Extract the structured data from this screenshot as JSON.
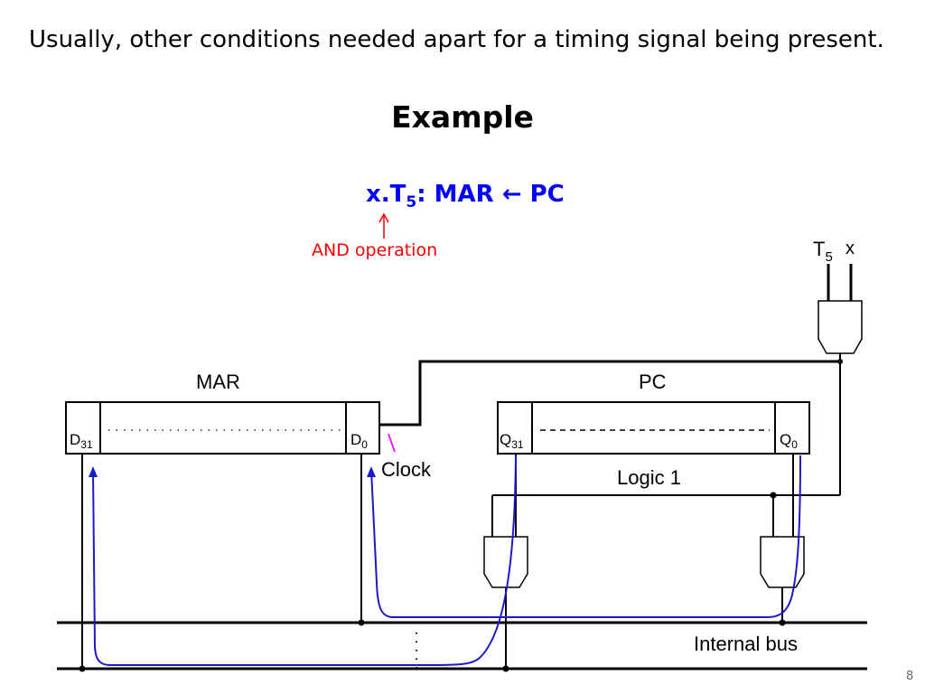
{
  "slide": {
    "intro_text": "Usually, other conditions needed apart for a timing signal being present.",
    "title": "Example",
    "equation": {
      "cond_x": "x.T",
      "cond_sub": "5",
      "rest": ": MAR ",
      "arrow": "←",
      "source": " PC"
    },
    "annotation": "AND operation",
    "page_number": "8"
  },
  "diagram": {
    "t5_label": "T",
    "t5_sub": "5",
    "x_label": "x",
    "mar_label": "MAR",
    "pc_label": "PC",
    "d31": "D",
    "d31_sub": "31",
    "d0": "D",
    "d0_sub": "0",
    "q31": "Q",
    "q31_sub": "31",
    "q0": "Q",
    "q0_sub": "0",
    "clock_label": "Clock",
    "logic1_label": "Logic 1",
    "bus_label": "Internal bus"
  },
  "colors": {
    "equation_blue": "#0000ff",
    "annotation_red": "#ff0000",
    "data_path_blue": "#1a1acc",
    "clock_marker_magenta": "#ff00ff"
  }
}
